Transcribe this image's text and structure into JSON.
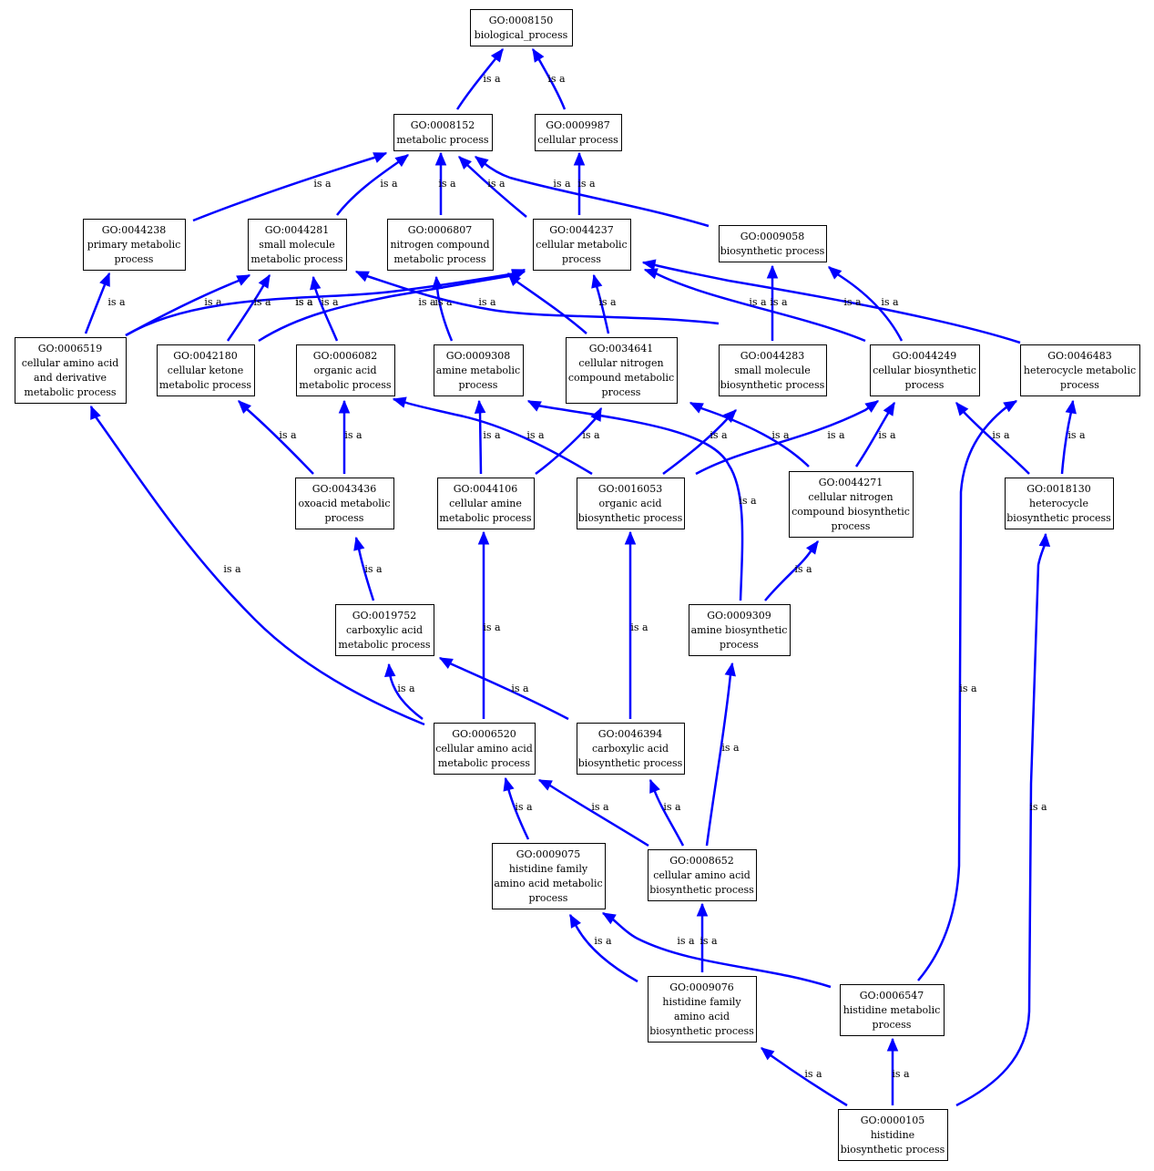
{
  "nodes": {
    "GO:0008150": [
      "GO:0008150",
      "biological_process"
    ],
    "GO:0008152": [
      "GO:0008152",
      "metabolic process"
    ],
    "GO:0009987": [
      "GO:0009987",
      "cellular process"
    ],
    "GO:0044238": [
      "GO:0044238",
      "primary metabolic",
      "process"
    ],
    "GO:0044281": [
      "GO:0044281",
      "small molecule",
      "metabolic process"
    ],
    "GO:0006807": [
      "GO:0006807",
      "nitrogen compound",
      "metabolic process"
    ],
    "GO:0044237": [
      "GO:0044237",
      "cellular metabolic",
      "process"
    ],
    "GO:0009058": [
      "GO:0009058",
      "biosynthetic process"
    ],
    "GO:0006519": [
      "GO:0006519",
      "cellular amino acid",
      "and derivative",
      "metabolic process"
    ],
    "GO:0042180": [
      "GO:0042180",
      "cellular ketone",
      "metabolic process"
    ],
    "GO:0006082": [
      "GO:0006082",
      "organic acid",
      "metabolic process"
    ],
    "GO:0009308": [
      "GO:0009308",
      "amine metabolic",
      "process"
    ],
    "GO:0034641": [
      "GO:0034641",
      "cellular nitrogen",
      "compound metabolic",
      "process"
    ],
    "GO:0044283": [
      "GO:0044283",
      "small molecule",
      "biosynthetic process"
    ],
    "GO:0044249": [
      "GO:0044249",
      "cellular biosynthetic",
      "process"
    ],
    "GO:0046483": [
      "GO:0046483",
      "heterocycle metabolic",
      "process"
    ],
    "GO:0043436": [
      "GO:0043436",
      "oxoacid metabolic",
      "process"
    ],
    "GO:0044106": [
      "GO:0044106",
      "cellular amine",
      "metabolic process"
    ],
    "GO:0016053": [
      "GO:0016053",
      "organic acid",
      "biosynthetic process"
    ],
    "GO:0044271": [
      "GO:0044271",
      "cellular nitrogen",
      "compound biosynthetic",
      "process"
    ],
    "GO:0018130": [
      "GO:0018130",
      "heterocycle",
      "biosynthetic process"
    ],
    "GO:0019752": [
      "GO:0019752",
      "carboxylic acid",
      "metabolic process"
    ],
    "GO:0009309": [
      "GO:0009309",
      "amine biosynthetic",
      "process"
    ],
    "GO:0006520": [
      "GO:0006520",
      "cellular amino acid",
      "metabolic process"
    ],
    "GO:0046394": [
      "GO:0046394",
      "carboxylic acid",
      "biosynthetic process"
    ],
    "GO:0009075": [
      "GO:0009075",
      "histidine family",
      "amino acid metabolic",
      "process"
    ],
    "GO:0008652": [
      "GO:0008652",
      "cellular amino acid",
      "biosynthetic process"
    ],
    "GO:0009076": [
      "GO:0009076",
      "histidine family",
      "amino acid",
      "biosynthetic process"
    ],
    "GO:0006547": [
      "GO:0006547",
      "histidine metabolic",
      "process"
    ],
    "GO:0000105": [
      "GO:0000105",
      "histidine",
      "biosynthetic process"
    ]
  },
  "edges": [
    {
      "from": "GO:0008152",
      "to": "GO:0008150",
      "label": "is a"
    },
    {
      "from": "GO:0009987",
      "to": "GO:0008150",
      "label": "is a"
    },
    {
      "from": "GO:0044238",
      "to": "GO:0008152",
      "label": "is a"
    },
    {
      "from": "GO:0044281",
      "to": "GO:0008152",
      "label": "is a"
    },
    {
      "from": "GO:0006807",
      "to": "GO:0008152",
      "label": "is a"
    },
    {
      "from": "GO:0044237",
      "to": "GO:0008152",
      "label": "is a"
    },
    {
      "from": "GO:0009058",
      "to": "GO:0008152",
      "label": "is a"
    },
    {
      "from": "GO:0044237",
      "to": "GO:0009987",
      "label": "is a"
    },
    {
      "from": "GO:0006519",
      "to": "GO:0044238",
      "label": "is a"
    },
    {
      "from": "GO:0006519",
      "to": "GO:0044281",
      "label": "is a"
    },
    {
      "from": "GO:0006519",
      "to": "GO:0044237",
      "label": "is a"
    },
    {
      "from": "GO:0042180",
      "to": "GO:0044281",
      "label": "is a"
    },
    {
      "from": "GO:0042180",
      "to": "GO:0044237",
      "label": "is a"
    },
    {
      "from": "GO:0006082",
      "to": "GO:0044281",
      "label": "is a"
    },
    {
      "from": "GO:0009308",
      "to": "GO:0006807",
      "label": "is a"
    },
    {
      "from": "GO:0034641",
      "to": "GO:0006807",
      "label": "is a"
    },
    {
      "from": "GO:0034641",
      "to": "GO:0044237",
      "label": "is a"
    },
    {
      "from": "GO:0044283",
      "to": "GO:0044281",
      "label": "is a"
    },
    {
      "from": "GO:0044283",
      "to": "GO:0009058",
      "label": "is a"
    },
    {
      "from": "GO:0044249",
      "to": "GO:0044237",
      "label": "is a"
    },
    {
      "from": "GO:0044249",
      "to": "GO:0009058",
      "label": "is a"
    },
    {
      "from": "GO:0046483",
      "to": "GO:0044237",
      "label": "is a"
    },
    {
      "from": "GO:0043436",
      "to": "GO:0042180",
      "label": "is a"
    },
    {
      "from": "GO:0043436",
      "to": "GO:0006082",
      "label": "is a"
    },
    {
      "from": "GO:0044106",
      "to": "GO:0009308",
      "label": "is a"
    },
    {
      "from": "GO:0044106",
      "to": "GO:0034641",
      "label": "is a"
    },
    {
      "from": "GO:0016053",
      "to": "GO:0006082",
      "label": "is a"
    },
    {
      "from": "GO:0016053",
      "to": "GO:0044283",
      "label": "is a"
    },
    {
      "from": "GO:0016053",
      "to": "GO:0044249",
      "label": "is a"
    },
    {
      "from": "GO:0044271",
      "to": "GO:0034641",
      "label": "is a"
    },
    {
      "from": "GO:0044271",
      "to": "GO:0044249",
      "label": "is a"
    },
    {
      "from": "GO:0018130",
      "to": "GO:0044249",
      "label": "is a"
    },
    {
      "from": "GO:0018130",
      "to": "GO:0046483",
      "label": "is a"
    },
    {
      "from": "GO:0019752",
      "to": "GO:0043436",
      "label": "is a"
    },
    {
      "from": "GO:0009309",
      "to": "GO:0009308",
      "label": "is a"
    },
    {
      "from": "GO:0009309",
      "to": "GO:0044271",
      "label": "is a"
    },
    {
      "from": "GO:0006520",
      "to": "GO:0006519",
      "label": "is a"
    },
    {
      "from": "GO:0006520",
      "to": "GO:0019752",
      "label": "is a"
    },
    {
      "from": "GO:0006520",
      "to": "GO:0044106",
      "label": "is a"
    },
    {
      "from": "GO:0046394",
      "to": "GO:0019752",
      "label": "is a"
    },
    {
      "from": "GO:0046394",
      "to": "GO:0016053",
      "label": "is a"
    },
    {
      "from": "GO:0009075",
      "to": "GO:0006520",
      "label": "is a"
    },
    {
      "from": "GO:0008652",
      "to": "GO:0006520",
      "label": "is a"
    },
    {
      "from": "GO:0008652",
      "to": "GO:0046394",
      "label": "is a"
    },
    {
      "from": "GO:0008652",
      "to": "GO:0009309",
      "label": "is a"
    },
    {
      "from": "GO:0009076",
      "to": "GO:0009075",
      "label": "is a"
    },
    {
      "from": "GO:0009076",
      "to": "GO:0008652",
      "label": "is a"
    },
    {
      "from": "GO:0006547",
      "to": "GO:0009075",
      "label": "is a"
    },
    {
      "from": "GO:0006547",
      "to": "GO:0046483",
      "label": "is a"
    },
    {
      "from": "GO:0000105",
      "to": "GO:0009076",
      "label": "is a"
    },
    {
      "from": "GO:0000105",
      "to": "GO:0006547",
      "label": "is a"
    },
    {
      "from": "GO:0000105",
      "to": "GO:0018130",
      "label": "is a"
    }
  ]
}
